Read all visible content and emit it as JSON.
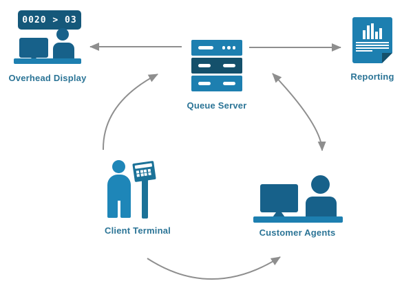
{
  "diagram": {
    "nodes": {
      "overhead_display": {
        "label": "Overhead Display",
        "sign_text": "0020 > 03"
      },
      "queue_server": {
        "label": "Queue Server"
      },
      "reporting": {
        "label": "Reporting"
      },
      "client_terminal": {
        "label": "Client Terminal"
      },
      "customer_agents": {
        "label": "Customer Agents"
      }
    },
    "edges": [
      {
        "from": "queue_server",
        "to": "overhead_display",
        "style": "straight",
        "bidirectional": false
      },
      {
        "from": "queue_server",
        "to": "reporting",
        "style": "straight",
        "bidirectional": false
      },
      {
        "from": "client_terminal",
        "to": "queue_server",
        "style": "curved",
        "bidirectional": false
      },
      {
        "from": "queue_server",
        "to": "customer_agents",
        "style": "curved",
        "bidirectional": true
      },
      {
        "from": "client_terminal",
        "to": "customer_agents",
        "style": "curved",
        "bidirectional": false
      }
    ]
  },
  "colors": {
    "primary-blue": "#1d7fb0",
    "icon-teal": "#17618a",
    "dark-navy": "#14506b",
    "sign-navy": "#15587a",
    "terminal-blue": "#1e86b8",
    "kiosk-teal": "#1b7298",
    "label-text": "#2b7496",
    "arrow-gray": "#8e8e8e",
    "background": "#ffffff"
  }
}
